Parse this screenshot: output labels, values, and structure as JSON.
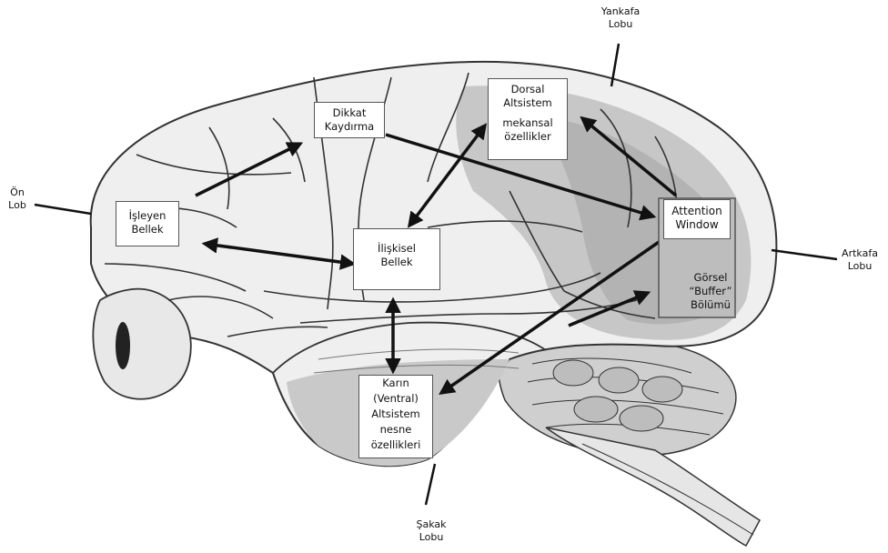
{
  "lobes": {
    "frontal": [
      "Ön",
      "Lob"
    ],
    "parietal": [
      "Yankafa",
      "Lobu"
    ],
    "occipital": [
      "Artkafa",
      "Lobu"
    ],
    "temporal": [
      "Şakak",
      "Lobu"
    ]
  },
  "boxes": {
    "working_memory": [
      "İşleyen",
      "Bellek"
    ],
    "attention_shift": [
      "Dikkat",
      "Kaydırma"
    ],
    "dorsal": [
      "Dorsal",
      "Altsistem",
      "mekansal",
      "özellikler"
    ],
    "associative_memory": [
      "İlişkisel",
      "Bellek"
    ],
    "attention_window": [
      "Attention",
      "Window"
    ],
    "visual_buffer": [
      "Görsel",
      "“Buffer”",
      "Bölümü"
    ],
    "ventral": [
      "Karın",
      "(Ventral)",
      "Altsistem",
      "nesne",
      "özellikleri"
    ]
  },
  "colors": {
    "cortex_light": "#f4f4f4",
    "cortex_mid": "#cfcfcf",
    "cortex_dark": "#a9a9a9",
    "outline": "#333333",
    "arrow": "#111111"
  }
}
